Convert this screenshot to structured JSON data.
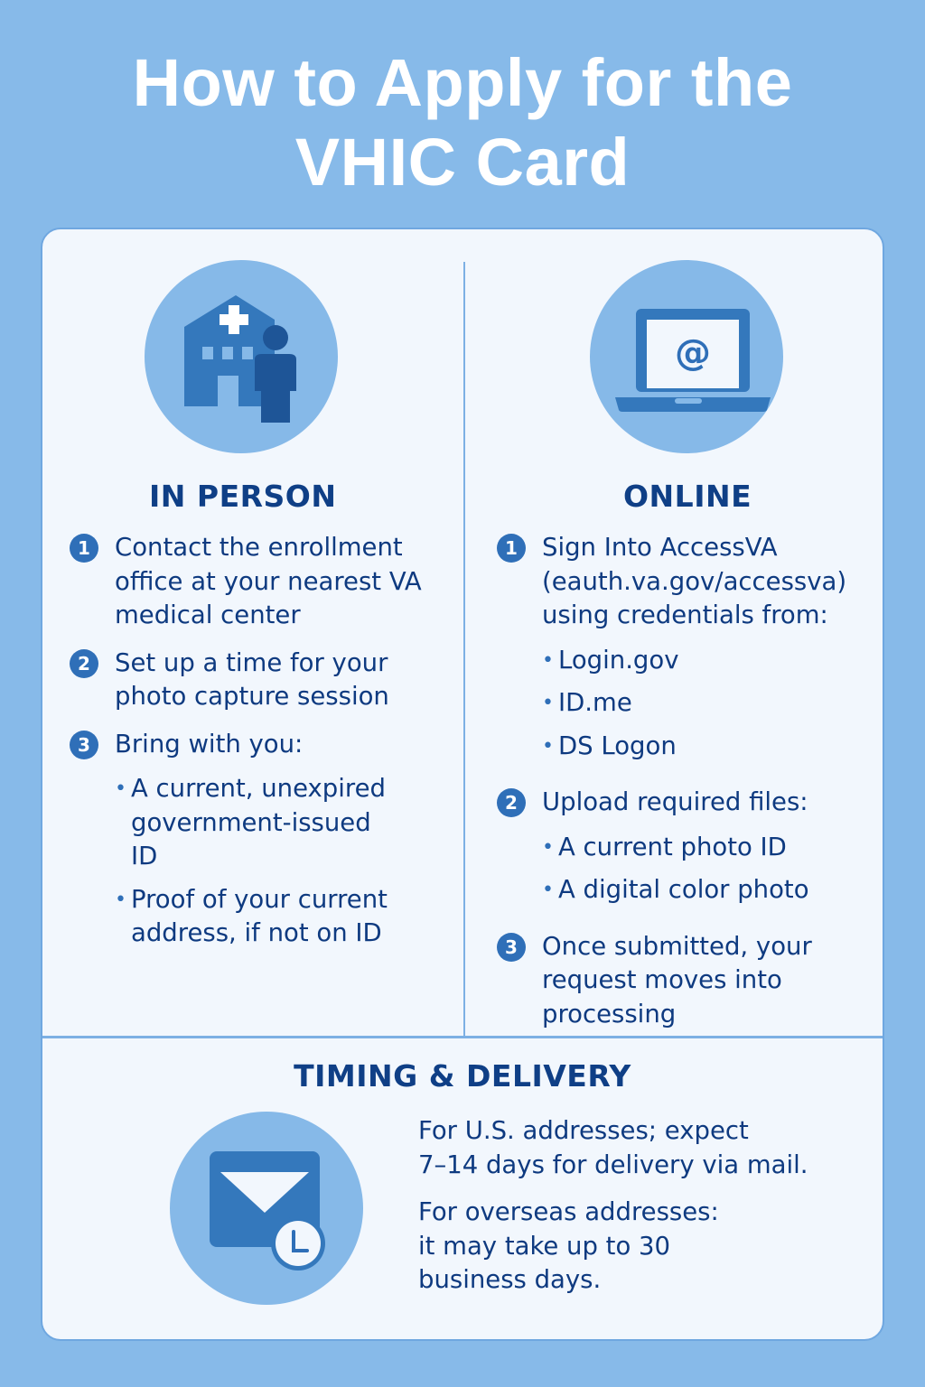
{
  "title": {
    "line1": "How to Apply for the",
    "line2": "VHIC Card"
  },
  "colors": {
    "background": "#87BAE9",
    "card": "#F2F7FD",
    "accent": "#2F6FB8",
    "text": "#0E3A80",
    "icon_circle": "#86B9E8"
  },
  "in_person": {
    "icon": "hospital-person-icon",
    "title": "IN PERSON",
    "steps": [
      {
        "number": "1",
        "text": "Contact the enrollment office at your nearest VA medical center"
      },
      {
        "number": "2",
        "text": "Set up a time for your photo capture session"
      },
      {
        "number": "3",
        "text": "Bring with you:",
        "bullets": [
          "A current, unexpired government-issued ID",
          "Proof of your current address, if not on ID"
        ]
      }
    ]
  },
  "online": {
    "icon": "laptop-at-icon",
    "title": "ONLINE",
    "steps": [
      {
        "number": "1",
        "text": "Sign Into AccessVA (eauth.va.gov/accessva) using credentials from:",
        "bullets": [
          "Login.gov",
          "ID.me",
          "DS Logon"
        ]
      },
      {
        "number": "2",
        "text": "Upload required files:",
        "bullets": [
          "A current photo ID",
          "A digital color photo"
        ]
      },
      {
        "number": "3",
        "text": "Once submitted, your request moves into processing"
      }
    ]
  },
  "timing": {
    "icon": "mail-clock-icon",
    "title": "TIMING & DELIVERY",
    "paragraphs": [
      "For U.S. addresses; expect\n7–14 days for delivery via mail.",
      "For overseas addresses:\nit may take up to 30\nbusiness days."
    ]
  }
}
